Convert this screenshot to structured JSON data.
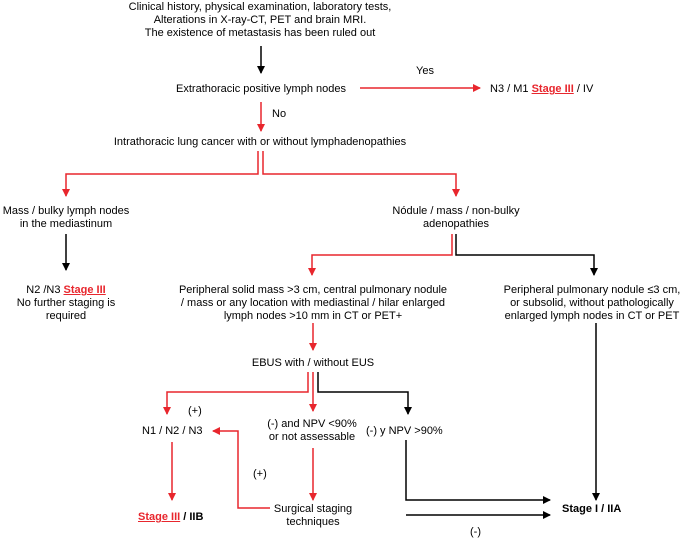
{
  "colors": {
    "red": "#e8262d",
    "black": "#000000"
  },
  "nodes": {
    "intro": [
      "Clinical history, physical examination, laboratory tests,",
      "Alterations in X-ray-CT, PET and brain MRI.",
      "The existence of metastasis has been ruled out"
    ],
    "extrathoracic": "Extrathoracic positive lymph nodes",
    "yes_label": "Yes",
    "no_label": "No",
    "n3m1_prefix": "N3 / M1 ",
    "n3m1_stage": "Stage III",
    "n3m1_suffix": " / IV",
    "intrathoracic": "Intrathoracic lung cancer with or without lymphadenopathies",
    "mass_bulky": [
      "Mass / bulky lymph nodes",
      "in the mediastinum"
    ],
    "nodule": [
      "Nódule / mass / non-bulky",
      "adenopathies"
    ],
    "n2n3_prefix": "N2 /N3 ",
    "n2n3_stage": "Stage III",
    "n2n3_rest": [
      "No further staging is",
      "required"
    ],
    "peripheral_solid": [
      "Peripheral solid mass >3 cm, central pulmonary nodule",
      "/ mass or any location with mediastinal / hilar enlarged",
      "lymph nodes >10 mm in CT or PET+"
    ],
    "peripheral_nodule": [
      "Peripheral pulmonary nodule ≤3 cm,",
      "or subsolid, without pathologically",
      "enlarged lymph nodes in CT or PET"
    ],
    "ebus": "EBUS with / without EUS",
    "plus1": "(+)",
    "n1n2n3": "N1 / N2 / N3",
    "npv_low": [
      "(-) and NPV <90%",
      "or not assessable"
    ],
    "npv_high": "(-) y NPV >90%",
    "plus2": "(+)",
    "stage3_stage": "Stage III",
    "stage3_suffix": " / IIB",
    "surgical": [
      "Surgical staging",
      "techniques"
    ],
    "stage1": "Stage I / IIA",
    "minus": "(-)"
  }
}
